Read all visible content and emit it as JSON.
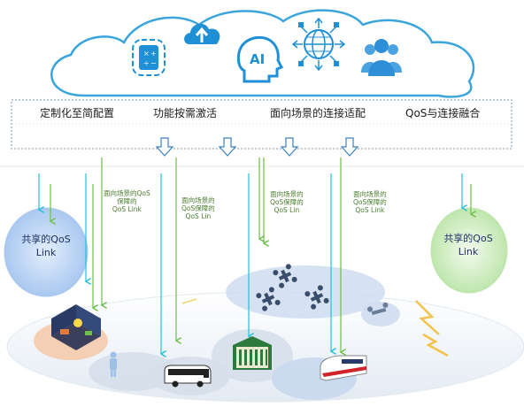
{
  "features": [
    "定制化至简配置",
    "功能按需激活",
    "面向场景的连接适配",
    "QoS与连接融合"
  ],
  "link_notes": [
    [
      "面向场景的QoS",
      "保障的",
      "QoS Link"
    ],
    [
      "面向场景的",
      "QoS保障的",
      "QoS Lin"
    ],
    [
      "面向场景的",
      "QoS保障的",
      "QoS Lin"
    ],
    [
      "面向场景的",
      "QoS保障的",
      "QoS Link"
    ]
  ],
  "shared_links": {
    "left": [
      "共享的QoS",
      "Link"
    ],
    "right": [
      "共享的QoS",
      "Link"
    ]
  },
  "cloud_icons": [
    "calculator-icon",
    "cloud-upload-icon",
    "ai-head-icon",
    "globe-network-icon",
    "user-group-icon"
  ],
  "scene_icons": [
    "smart-home-icon",
    "person-icon",
    "bus-icon",
    "factory-building-icon",
    "drone-icon",
    "high-speed-train-icon",
    "lightning-icon"
  ],
  "colors": {
    "cloud_stroke": "#3aa5dc",
    "icon_blue": "#1f8fd6",
    "cyan_arrow": "#27c0d8",
    "green_arrow": "#6fbf4a",
    "left_bubble": "#bcd6f5",
    "right_bubble": "#cfeec2"
  }
}
